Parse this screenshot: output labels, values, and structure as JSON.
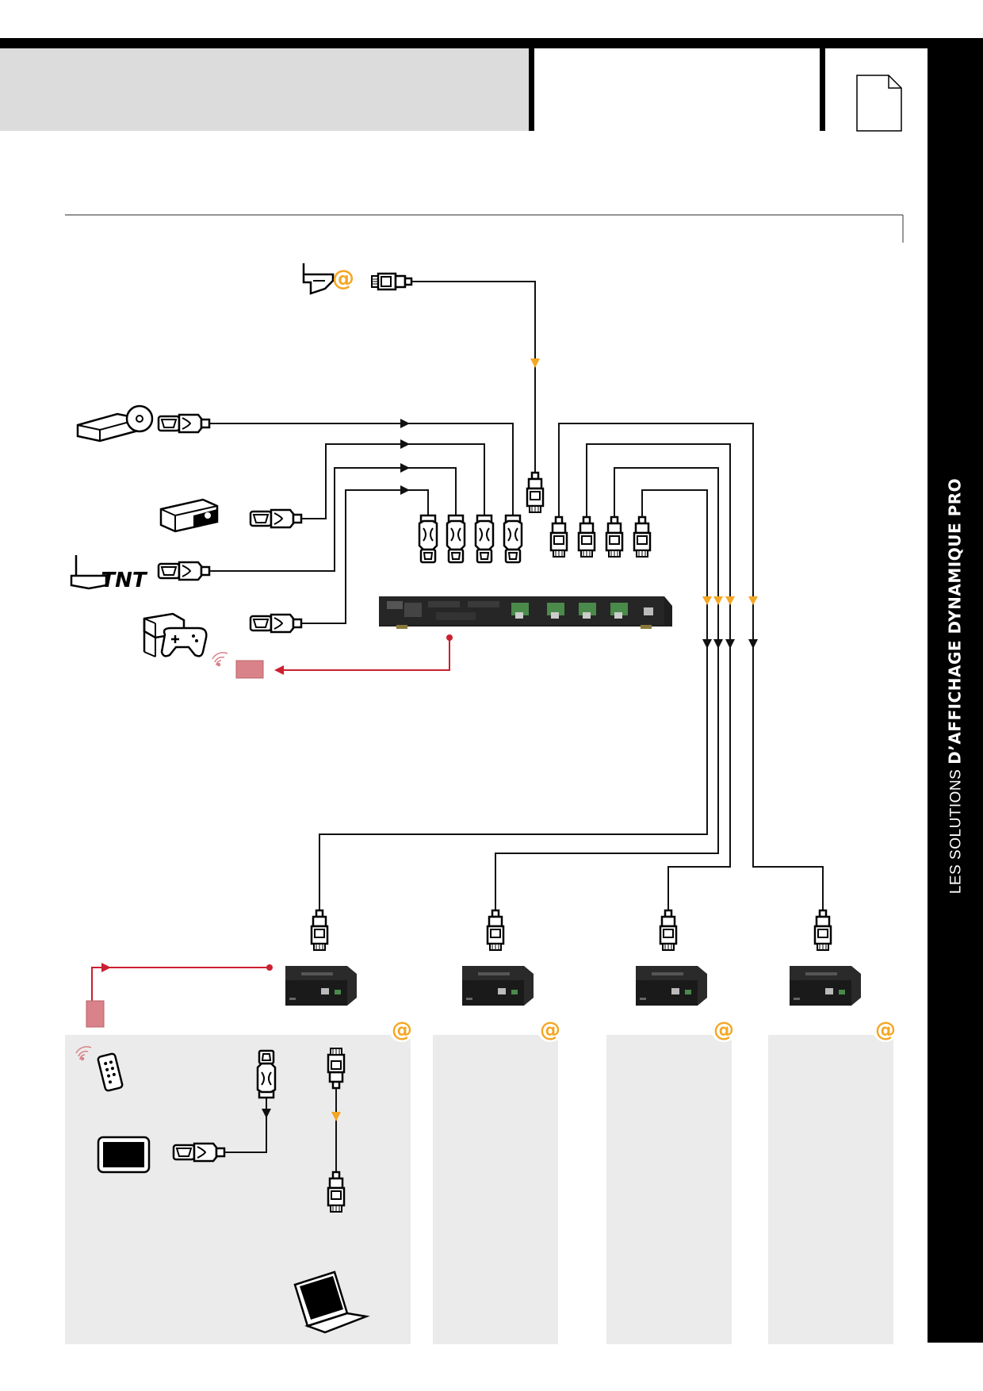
{
  "sidebar": {
    "label_light": "LES SOLUTIONS ",
    "label_bold": "D’AFFICHAGE DYNAMIQUE PRO"
  },
  "colors": {
    "cable": "#111111",
    "flow_arrow": "#f5a623",
    "ir_link": "#cc1f2f",
    "ir_box": "#d9828a",
    "zone_bg": "#ebebeb",
    "header_bg": "#dcdcdc"
  },
  "icons": {
    "internet_box": "router-at-icon",
    "dvd_player": "dvd-player-icon",
    "media_player": "media-player-icon",
    "tnt_receiver": "tnt-receiver-icon",
    "game_console": "game-console-icon",
    "remote": "remote-control-icon",
    "tv": "tv-icon",
    "laptop": "laptop-icon"
  },
  "labels": {
    "tnt": "TNT",
    "at_symbol": "@"
  },
  "receivers_count_label": ""
}
